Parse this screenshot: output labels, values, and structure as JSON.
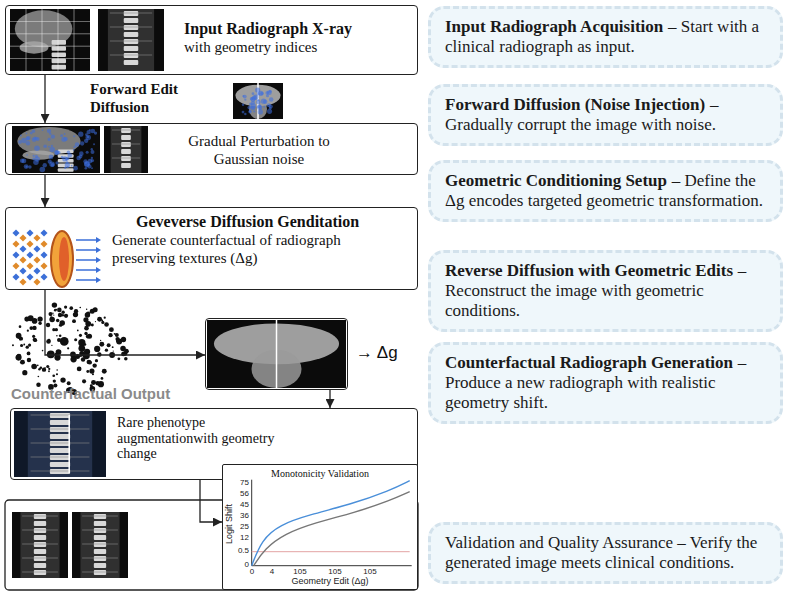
{
  "diagram": {
    "nodes": [
      {
        "text": [
          "Input Radiograph X-ray",
          "with geometry indices"
        ]
      },
      {
        "text": [
          "Gradual Perturbation to Gaussian noise"
        ]
      },
      {
        "text": [
          "Geveverse Diffusion Genditation",
          "Generate counterfactual of radiograph preserving textures (Δg)"
        ]
      },
      {
        "text": [
          "→ Δg"
        ]
      },
      {
        "text": [
          "Counterfactual Output",
          "Rare phenotype augmentationwith geometry change"
        ]
      },
      {
        "text": [
          "Monotonicity Validation"
        ]
      },
      {
        "text": [
          "Input Radiograph Acquisition",
          "– Start with a clinical radiograph as input."
        ]
      },
      {
        "text": [
          "Forward Diffusion (Noise Injection)",
          "– Gradually corrupt the image with noise."
        ]
      },
      {
        "text": [
          "Geometric Conditioning Setup",
          "– Define the Δg encodes targeted geometric transformation."
        ]
      },
      {
        "text": [
          "Reverse Diffusion with Geometric Edits",
          "– Reconstruct the image with geometric conditions."
        ]
      },
      {
        "text": [
          "Counterfactual Radiograph Generation",
          "– Produce a new radiograph with realistic geometry shift."
        ]
      },
      {
        "text": [
          "Validation and Quality Assurance – Verify the generated image meets clinical conditions."
        ]
      }
    ],
    "edges": [
      {
        "from": 0,
        "to": 1,
        "arrow": "to",
        "label": "Forward Edit Diffusion"
      },
      {
        "from": 1,
        "to": 2,
        "arrow": "to"
      },
      {
        "from": 2,
        "to": 3,
        "arrow": "to"
      },
      {
        "from": 3,
        "to": 4,
        "arrow": "to"
      },
      {
        "from": 4,
        "to": 5,
        "arrow": "to"
      }
    ],
    "labels": [
      "Logit Shift",
      "Geometry Edit (Δg)",
      "75",
      "56",
      "45",
      "36",
      "25",
      "12",
      "0.5",
      "0",
      "0",
      "4",
      "105",
      "105",
      "105"
    ]
  }
}
